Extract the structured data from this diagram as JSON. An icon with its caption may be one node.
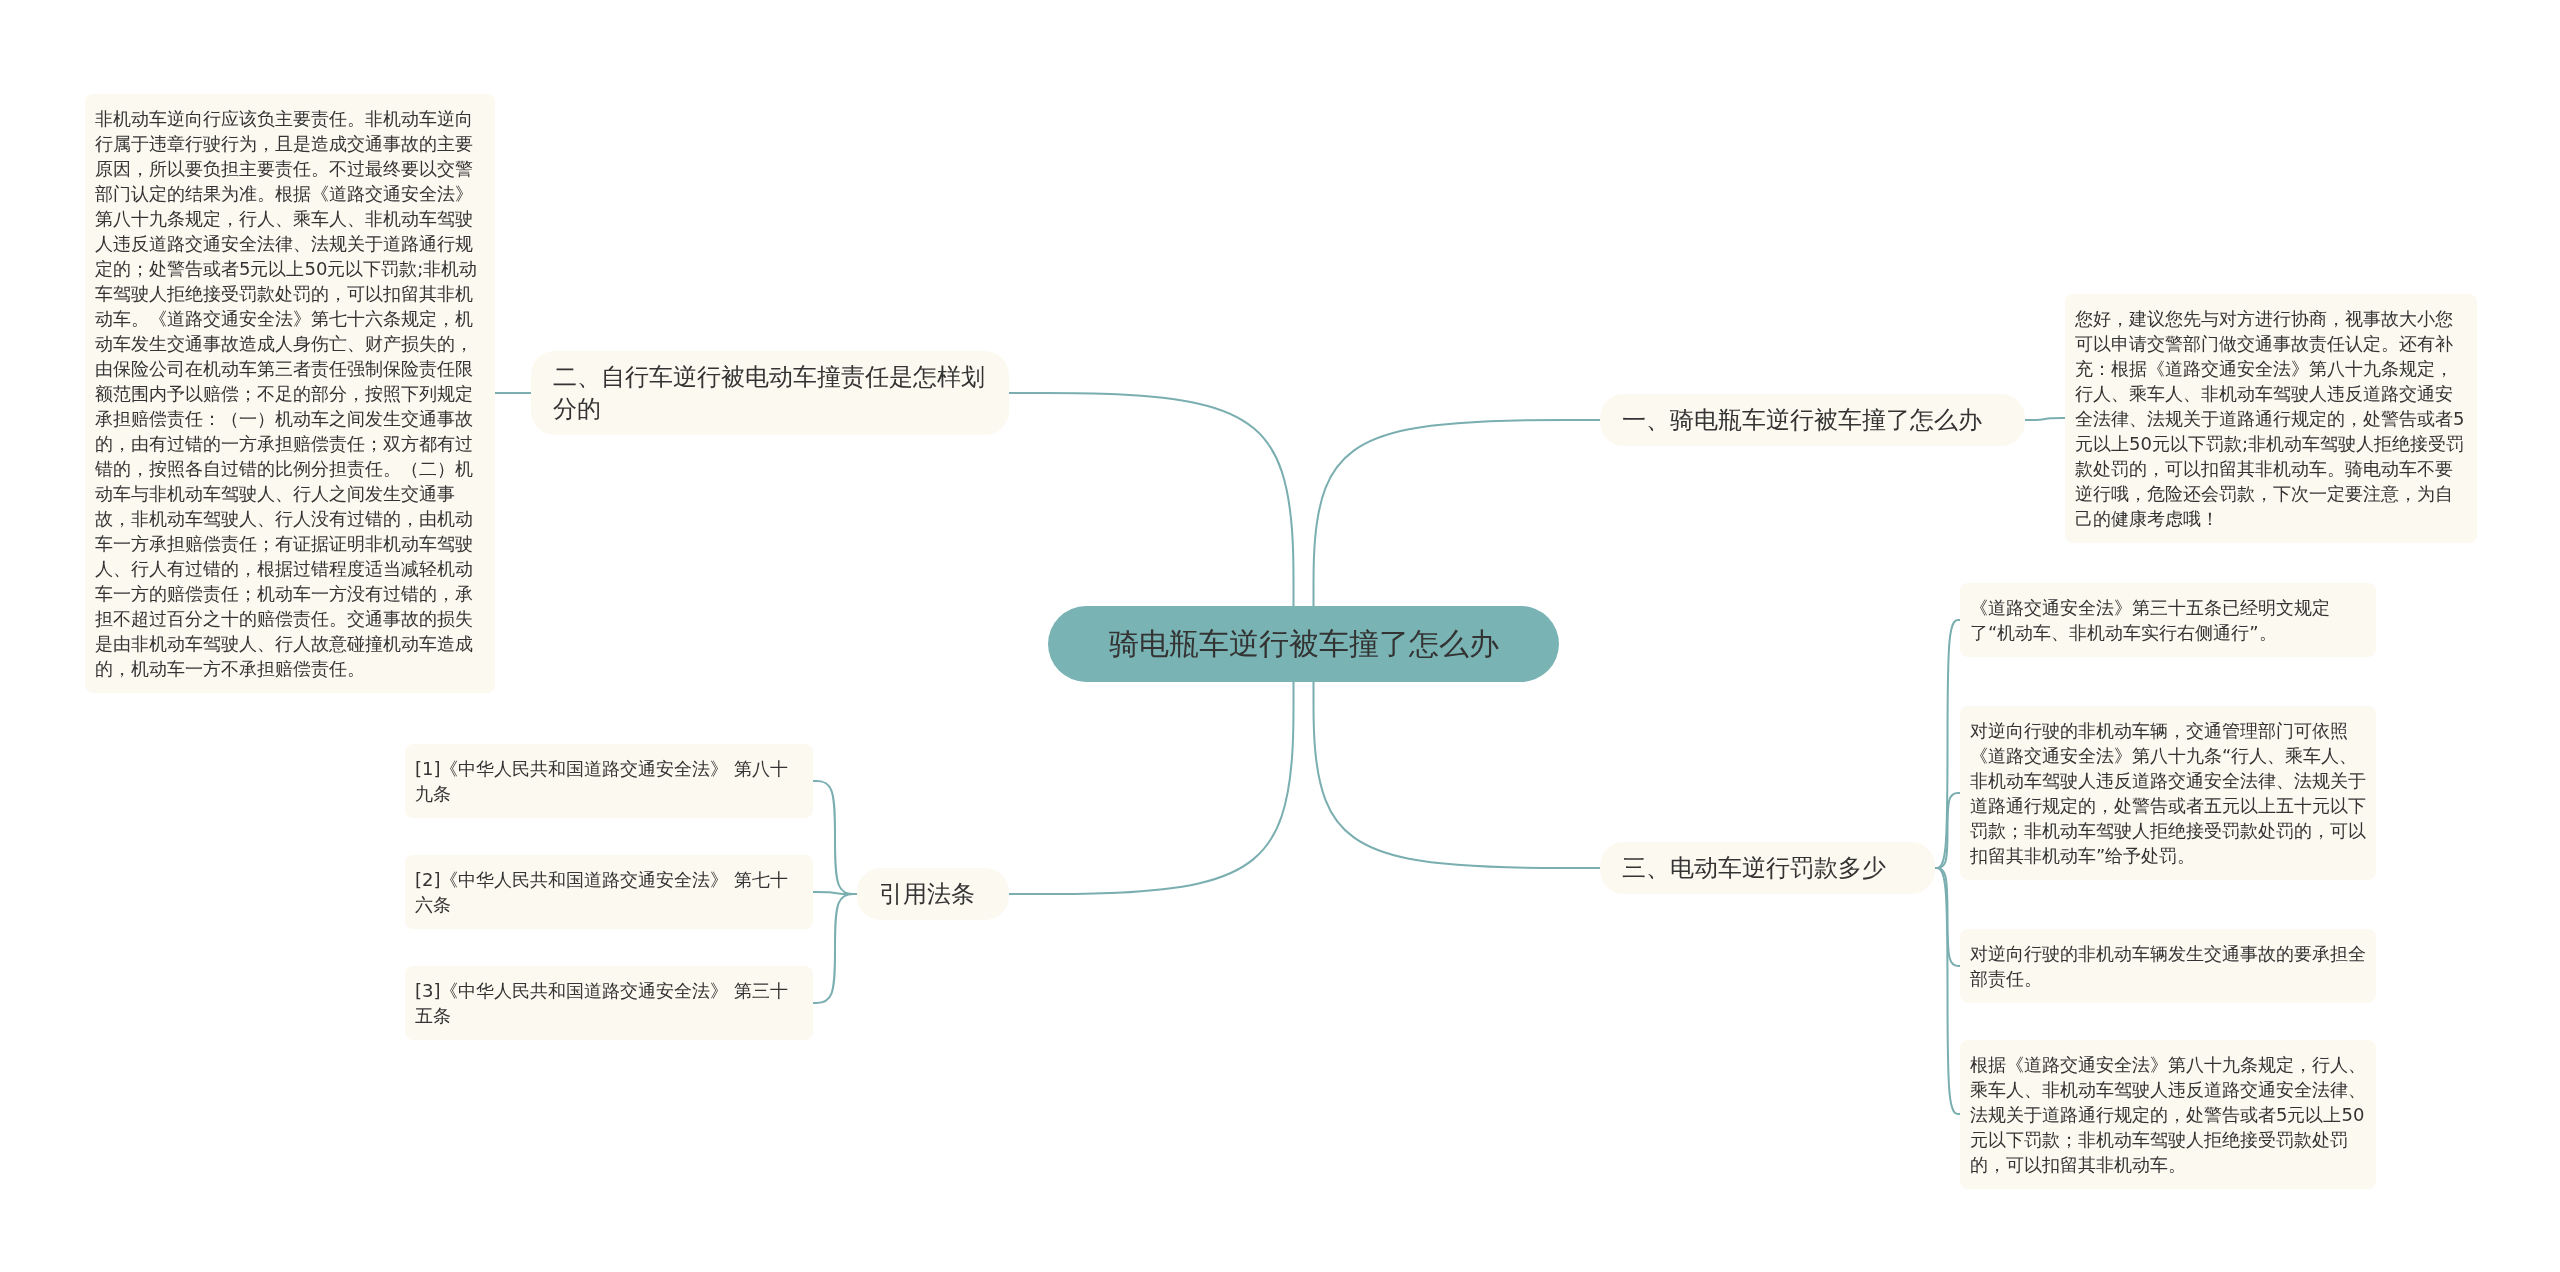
{
  "diagram": {
    "nodes": [
      {
        "text": [
          "骑电瓶车逆行被车撞了怎么办"
        ]
      },
      {
        "text": [
          "一、骑电瓶车逆行被车撞了怎么办"
        ]
      },
      {
        "text": [
          "您好，建议您先与对方进行协商，视事故大小您可以申请交警部门做交通事故责任认定。还有补充：根据《道路交通安全法》第八十九条规定，行人、乘车人、非机动车驾驶人违反道路交通安全法律、法规关于道路通行规定的，处警告或者5元以上50元以下罚款;非机动车驾驶人拒绝接受罚款处罚的，可以扣留其非机动车。骑电动车不要逆行哦，危险还会罚款，下次一定要注意，为自己的健康考虑哦！"
        ]
      },
      {
        "text": [
          "二、自行车逆行被电动车撞责任是怎样划分的"
        ]
      },
      {
        "text": [
          "非机动车逆向行应该负主要责任。非机动车逆向行属于违章行驶行为，且是造成交通事故的主要原因，所以要负担主要责任。不过最终要以交警部门认定的结果为准。根据《道路交通安全法》第八十九条规定，行人、乘车人、非机动车驾驶人违反道路交通安全法律、法规关于道路通行规定的；处警告或者5元以上50元以下罚款;非机动车驾驶人拒绝接受罚款处罚的，可以扣留其非机动车。《道路交通安全法》第七十六条规定，机动车发生交通事故造成人身伤亡、财产损失的，由保险公司在机动车第三者责任强制保险责任限额范围内予以赔偿；不足的部分，按照下列规定承担赔偿责任：（一）机动车之间发生交通事故的，由有过错的一方承担赔偿责任；双方都有过错的，按照各自过错的比例分担责任。（二）机动车与非机动车驾驶人、行人之间发生交通事故，非机动车驾驶人、行人没有过错的，由机动车一方承担赔偿责任；有证据证明非机动车驾驶人、行人有过错的，根据过错程度适当减轻机动车一方的赔偿责任；机动车一方没有过错的，承担不超过百分之十的赔偿责任。交通事故的损失是由非机动车驾驶人、行人故意碰撞机动车造成的，机动车一方不承担赔偿责任。"
        ]
      },
      {
        "text": [
          "引用法条"
        ]
      },
      {
        "text": [
          "[1]《中华人民共和国道路交通安全法》 第八十九条"
        ]
      },
      {
        "text": [
          "[2]《中华人民共和国道路交通安全法》 第七十六条"
        ]
      },
      {
        "text": [
          "[3]《中华人民共和国道路交通安全法》 第三十五条"
        ]
      },
      {
        "text": [
          "三、电动车逆行罚款多少"
        ]
      },
      {
        "text": [
          "《道路交通安全法》第三十五条已经明文规定了“机动车、非机动车实行右侧通行”。"
        ]
      },
      {
        "text": [
          "对逆向行驶的非机动车辆，交通管理部门可依照《道路交通安全法》第八十九条“行人、乘车人、非机动车驾驶人违反道路交通安全法律、法规关于道路通行规定的，处警告或者五元以上五十元以下罚款；非机动车驾驶人拒绝接受罚款处罚的，可以扣留其非机动车”给予处罚。"
        ]
      },
      {
        "text": [
          "对逆向行驶的非机动车辆发生交通事故的要承担全部责任。"
        ]
      },
      {
        "text": [
          "根据《道路交通安全法》第八十九条规定，行人、乘车人、非机动车驾驶人违反道路交通安全法律、法规关于道路通行规定的，处警告或者5元以上50元以下罚款；非机动车驾驶人拒绝接受罚款处罚的，可以扣留其非机动车。"
        ]
      }
    ],
    "edges": [
      {
        "from": 0,
        "to": 1,
        "arrow": "none"
      },
      {
        "from": 1,
        "to": 2,
        "arrow": "none"
      },
      {
        "from": 0,
        "to": 3,
        "arrow": "none"
      },
      {
        "from": 3,
        "to": 4,
        "arrow": "none"
      },
      {
        "from": 0,
        "to": 5,
        "arrow": "none"
      },
      {
        "from": 5,
        "to": 6,
        "arrow": "none"
      },
      {
        "from": 5,
        "to": 7,
        "arrow": "none"
      },
      {
        "from": 5,
        "to": 8,
        "arrow": "none"
      },
      {
        "from": 0,
        "to": 9,
        "arrow": "none"
      },
      {
        "from": 9,
        "to": 10,
        "arrow": "none"
      },
      {
        "from": 9,
        "to": 11,
        "arrow": "none"
      },
      {
        "from": 9,
        "to": 12,
        "arrow": "none"
      },
      {
        "from": 9,
        "to": 13,
        "arrow": "none"
      }
    ]
  }
}
